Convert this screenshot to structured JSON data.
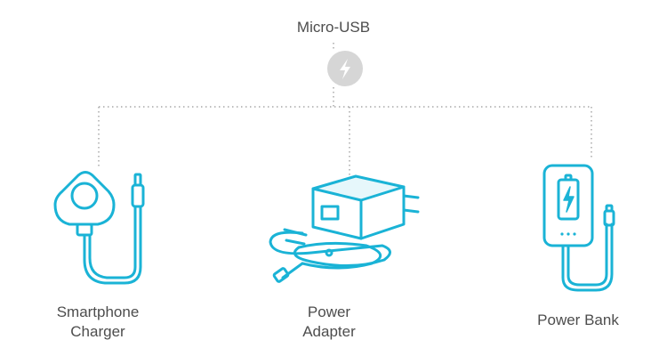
{
  "diagram": {
    "top_label": "Micro-USB",
    "top_icon": "lightning-bolt-icon",
    "items": [
      {
        "line1": "Smartphone",
        "line2": "Charger",
        "icon": "smartphone-charger-icon"
      },
      {
        "line1": "Power",
        "line2": "Adapter",
        "icon": "power-adapter-icon"
      },
      {
        "line1": "Power Bank",
        "icon": "power-bank-icon"
      }
    ],
    "colors": {
      "accent": "#1ab3d6",
      "connector": "#a9a9a9",
      "hub": "#d6d6d6",
      "text": "#4d4d4d"
    }
  }
}
